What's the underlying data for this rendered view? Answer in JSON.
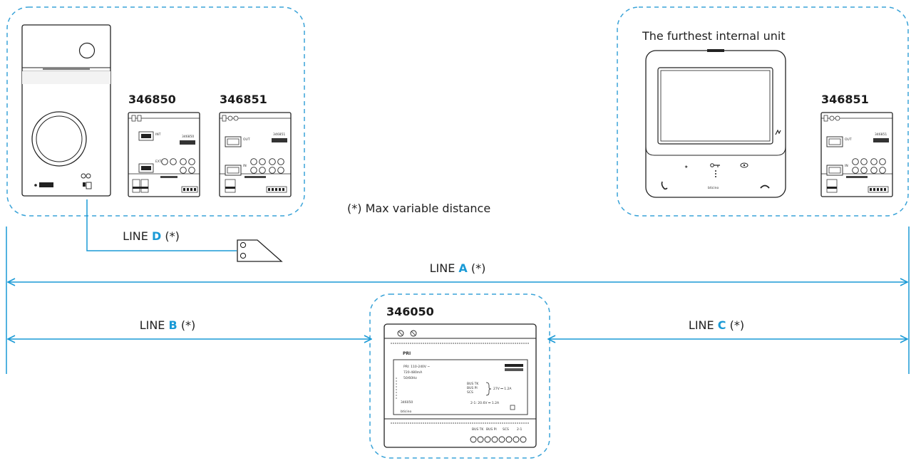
{
  "labels": {
    "furthest_unit": "The furthest internal unit",
    "max_distance": "(*) Max variable distance",
    "code_346850": "346850",
    "code_346851_left": "346851",
    "code_346851_right": "346851",
    "code_346050": "346050"
  },
  "lines": {
    "prefix": "LINE",
    "suffix": "(*)",
    "a": "A",
    "b": "B",
    "c": "C",
    "d": "D"
  },
  "module_text": {
    "int": "INT",
    "ext": "EXT",
    "out": "OUT",
    "in": "IN",
    "model_346850": "346850",
    "model_346851": "346851",
    "brand": "bticino",
    "pri": "PRI",
    "psu_input": "PRI: 110-240V ~",
    "psu_current": "720-480mA",
    "psu_freq": "50/60Hz",
    "psu_bus_tk": "BUS TK",
    "psu_bus_pi": "BUS PI",
    "psu_scs": "SCS",
    "psu_out": "27V ⎓ 1.2A",
    "psu_out2": "2-1: 20.6V ⎓ 1.2A",
    "psu_model": "346050",
    "term_bus_tk": "BUS TK",
    "term_bus_pi": "BUS PI",
    "term_scs": "SCS",
    "term_21": "2-1"
  },
  "colors": {
    "accent": "#1a9ad6",
    "arrow": "#1a9ad6",
    "dash": "#3aa3d8"
  }
}
